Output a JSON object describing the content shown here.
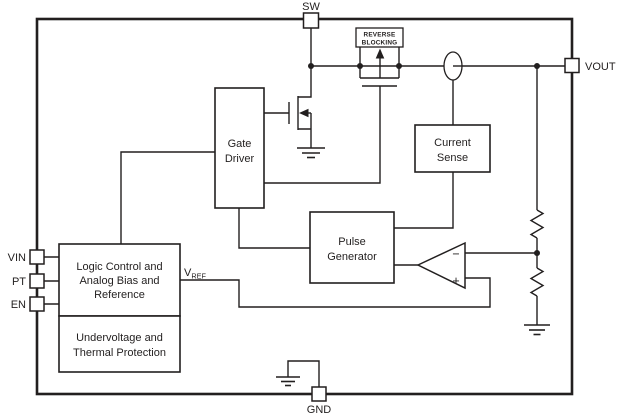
{
  "diagram": {
    "pins": {
      "sw": "SW",
      "vout": "VOUT",
      "vin": "VIN",
      "pt": "PT",
      "en": "EN",
      "gnd": "GND"
    },
    "blocks": {
      "reverse_blocking": {
        "line1": "REVERSE",
        "line2": "BLOCKING"
      },
      "gate_driver": {
        "line1": "Gate",
        "line2": "Driver"
      },
      "current_sense": {
        "line1": "Current",
        "line2": "Sense"
      },
      "pulse_generator": {
        "line1": "Pulse",
        "line2": "Generator"
      },
      "logic_control": {
        "line1": "Logic Control and",
        "line2": "Analog Bias and",
        "line3": "Reference"
      },
      "protection": {
        "line1": "Undervoltage and",
        "line2": "Thermal Protection"
      }
    },
    "labels": {
      "vref_main": "V",
      "vref_sub": "REF",
      "comparator_minus": "−",
      "comparator_plus": "+"
    },
    "colors": {
      "line": "#221f1f",
      "background": "#ffffff"
    }
  }
}
